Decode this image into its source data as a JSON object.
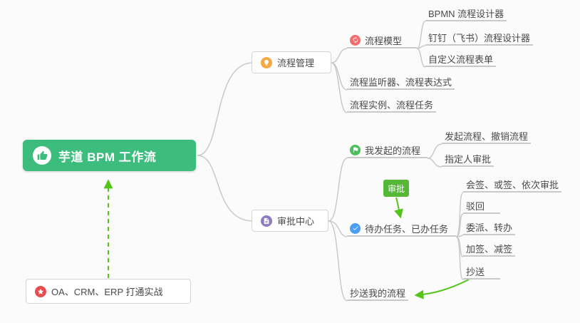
{
  "root": {
    "label": "芋道 BPM 工作流"
  },
  "process": {
    "label": "流程管理",
    "model": {
      "label": "流程模型"
    },
    "bpmn": {
      "label": "BPMN 流程设计器"
    },
    "dingtalk": {
      "label": "钉钉（飞书）流程设计器"
    },
    "custom_form": {
      "label": "自定义流程表单"
    },
    "listener": {
      "label": "流程监听器、流程表达式"
    },
    "instance": {
      "label": "流程实例、流程任务"
    }
  },
  "approval": {
    "label": "审批中心",
    "my_initiated": {
      "label": "我发起的流程"
    },
    "initiate_cancel": {
      "label": "发起流程、撤销流程"
    },
    "assignee": {
      "label": "指定人审批"
    },
    "todo_done": {
      "label": "待办任务、已办任务"
    },
    "countersign": {
      "label": "会签、或签、依次审批"
    },
    "reject": {
      "label": "驳回"
    },
    "delegate": {
      "label": "委派、转办"
    },
    "sign_adjust": {
      "label": "加签、减签"
    },
    "cc": {
      "label": "抄送"
    },
    "cc_mine": {
      "label": "抄送我的流程"
    },
    "badge": {
      "label": "审批"
    }
  },
  "practice": {
    "label": "OA、CRM、ERP 打通实战"
  },
  "icons": {
    "root": "thumbs-up-icon",
    "process": "lightbulb-icon",
    "process_model": "refresh-icon",
    "approval_center": "document-icon",
    "my_initiated": "flag-icon",
    "todo_done": "check-icon",
    "practice": "star-icon"
  },
  "colors": {
    "root_bg": "#3dbd7d",
    "badge_bg": "#55b837",
    "arrow_green": "#52c41a",
    "connector": "#c9c9c9",
    "marker_orange": "#f7a843",
    "marker_red": "#f56c6c",
    "marker_purple": "#8e7cc3",
    "marker_green": "#49c05c",
    "marker_blue": "#4a9ff5",
    "marker_star_red": "#e84c4c"
  }
}
